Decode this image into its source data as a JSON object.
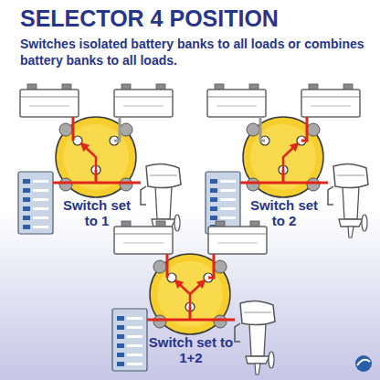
{
  "diagram": {
    "title": "SELECTOR 4 POSITION",
    "labels": [
      "Switches isolated battery banks to all loads or combines battery banks to all loads.",
      "Switch set to 1",
      "Switch set to 2",
      "Switch set to 1+2"
    ]
  }
}
